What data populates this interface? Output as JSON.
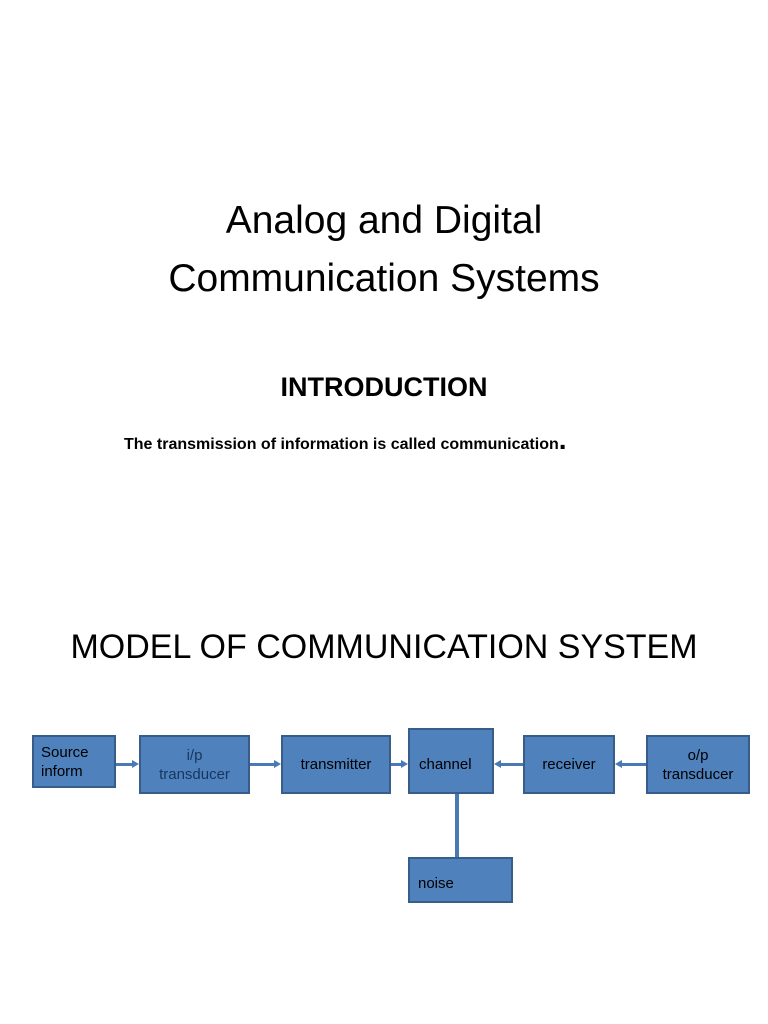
{
  "slide": {
    "title_line1": "Analog and Digital",
    "title_line2": "Communication Systems",
    "heading": "INTRODUCTION",
    "intro_text": "The transmission of information is called communication",
    "intro_period": ".",
    "section_title": "MODEL OF COMMUNICATION SYSTEM"
  },
  "diagram": {
    "source_line1": "Source",
    "source_line2": "inform",
    "ip_line1": "i/p",
    "ip_line2": "transducer",
    "transmitter": "transmitter",
    "channel": "channel",
    "receiver": "receiver",
    "op_line1": "o/p",
    "op_line2": "transducer",
    "noise": "noise",
    "colors": {
      "box_fill": "#4f81bd",
      "box_border": "#385d8a",
      "connector": "#4a7ab5"
    }
  }
}
